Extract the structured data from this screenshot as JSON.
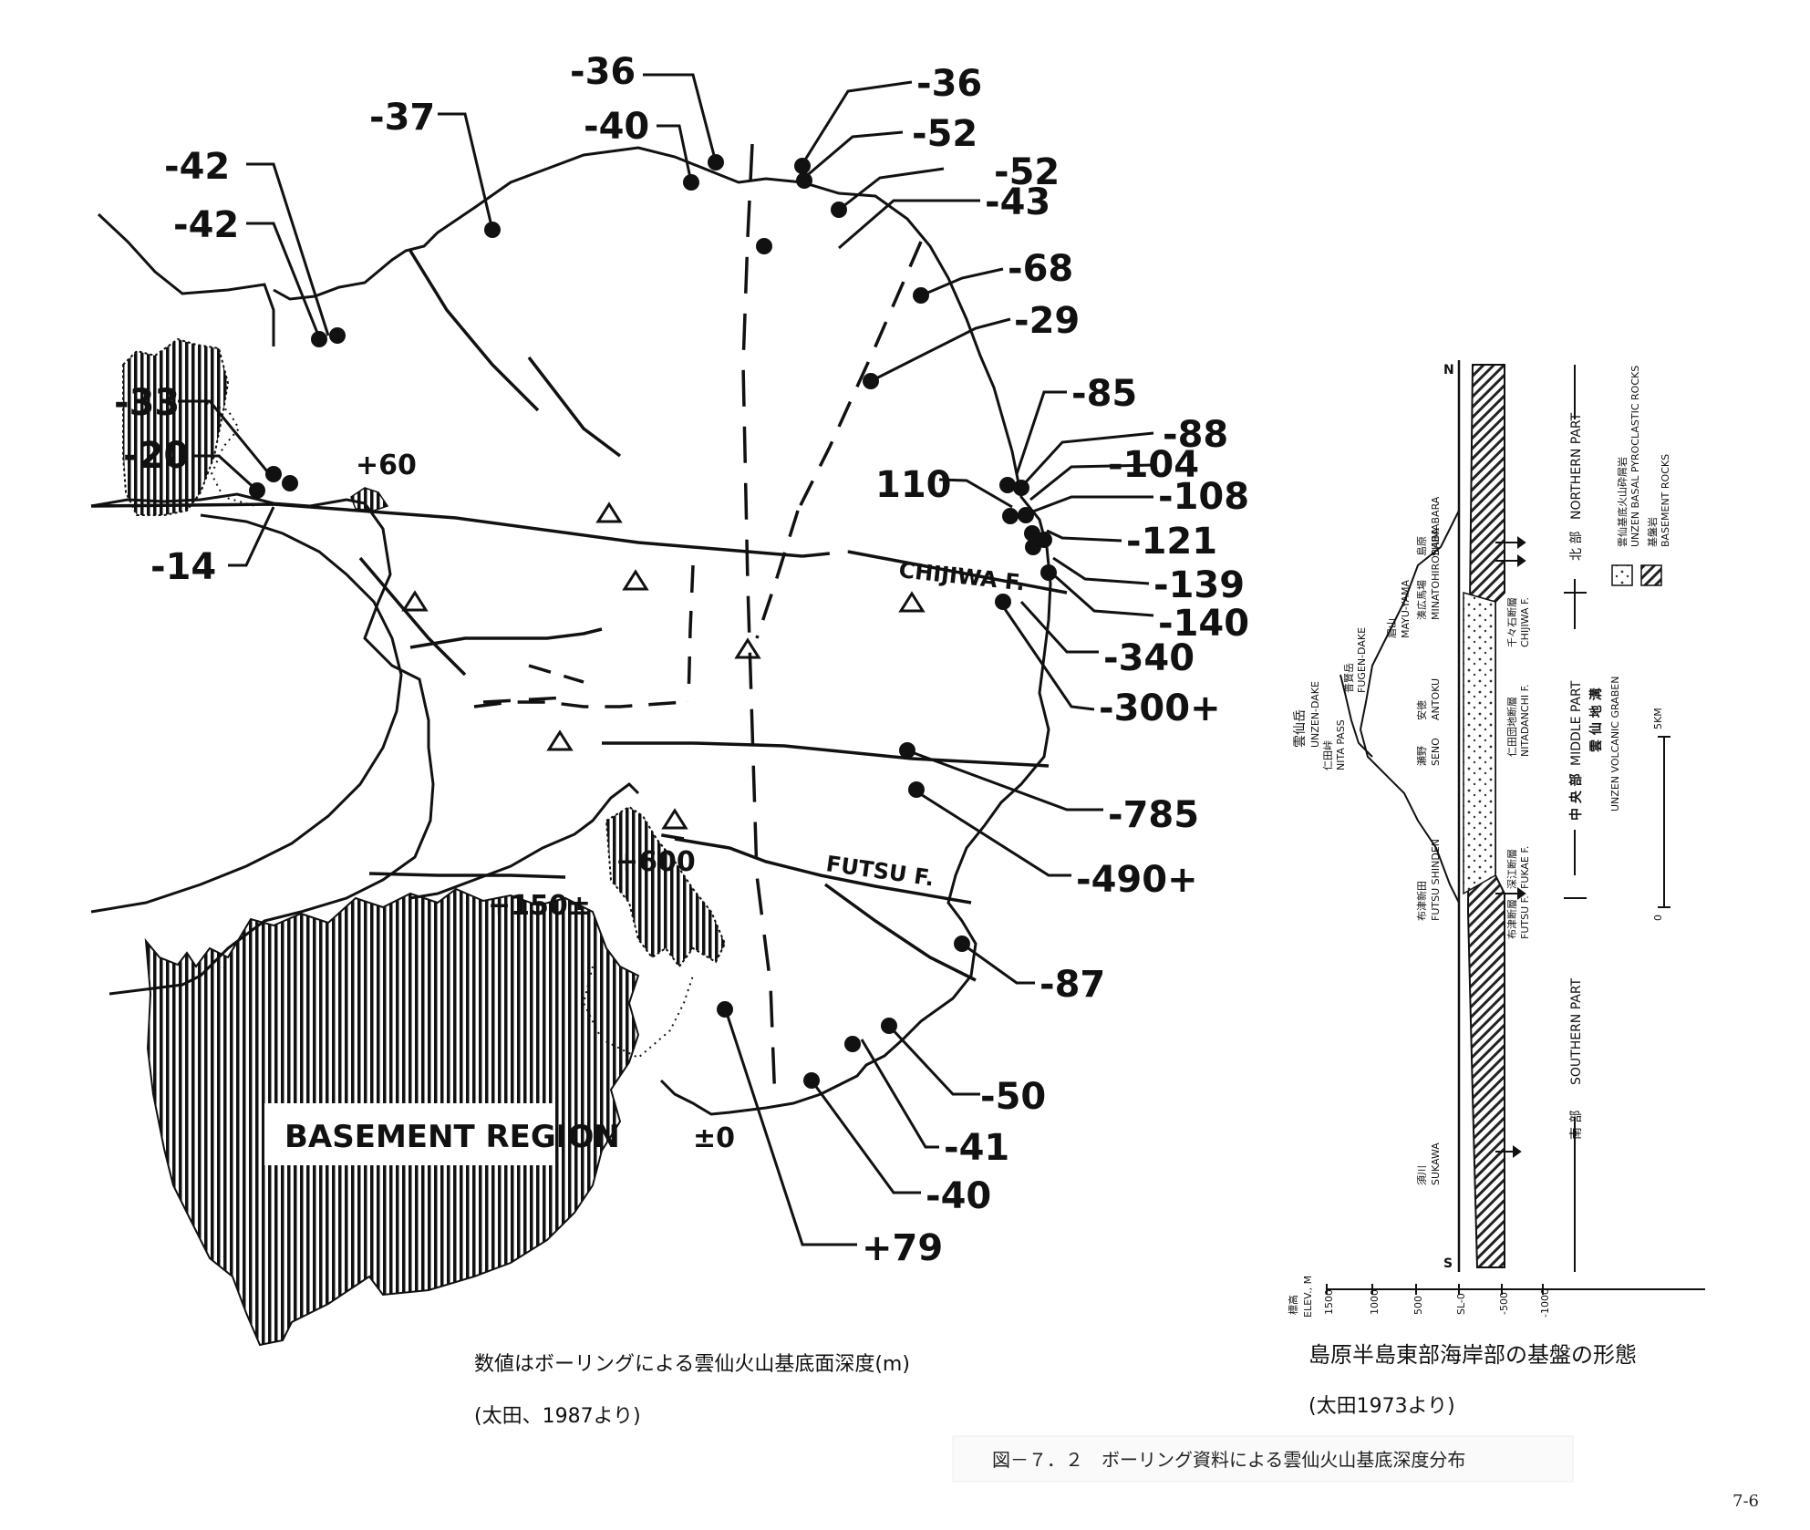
{
  "map": {
    "depth_labels": [
      "-36",
      "-40",
      "-37",
      "-42",
      "-42",
      "-33",
      "-20",
      "-14",
      "-36",
      "-52",
      "-52",
      "-43",
      "-68",
      "-29",
      "-85",
      "-88",
      "-104",
      "110",
      "-108",
      "-121",
      "-139",
      "-140",
      "-340",
      "-300+",
      "-785",
      "-490+",
      "-87",
      "-50",
      "-41",
      "-40",
      "+79"
    ],
    "elevations": [
      "+60",
      "+600",
      "+150±",
      "±0"
    ],
    "faults": [
      "CHIJIWA F.",
      "FUTSU F."
    ],
    "basement_region": "BASEMENT REGION",
    "caption": "数値はボーリングによる雲仙火山基底面深度(m)",
    "source": "(太田、1987より)"
  },
  "section": {
    "end_n": "N",
    "end_s": "S",
    "places": [
      {
        "jp": "島原",
        "en": "SHIMABARA"
      },
      {
        "jp": "湊広馬場",
        "en": "MINATOHIROBABA"
      },
      {
        "jp": "千々石断層",
        "en": "CHIJIWA F."
      },
      {
        "jp": "安徳",
        "en": "ANTOKU"
      },
      {
        "jp": "仁田団地断層",
        "en": "NITADANCHI F."
      },
      {
        "jp": "瀬野",
        "en": "SENO"
      },
      {
        "jp": "深江断層",
        "en": "FUKAE F."
      },
      {
        "jp": "布津新田",
        "en": "FUTSU SHINDEN"
      },
      {
        "jp": "布津断層",
        "en": "FUTSU F."
      },
      {
        "jp": "須川",
        "en": "SUKAWA"
      }
    ],
    "peaks": [
      {
        "jp": "普賢岳",
        "en": "FUGEN-DAKE"
      },
      {
        "jp": "眉山",
        "en": "MAYU-YAMA"
      },
      {
        "jp": "雲仙岳",
        "en": "UNZEN-DAKE"
      },
      {
        "jp": "仁田峠",
        "en": "NITA PASS"
      }
    ],
    "parts": {
      "northern_jp": "北 部",
      "northern_en": "NORTHERN PART",
      "middle_jp": "中 央 部",
      "middle_en": "MIDDLE PART",
      "graben_jp": "雲 仙 地 溝",
      "graben_en": "UNZEN VOLCANIC GRABEN",
      "southern_jp": "南 部",
      "southern_en": "SOUTHERN PART"
    },
    "legend": [
      {
        "jp": "雲仙基底火山砕屑岩",
        "en": "UNZEN BASAL PYROCLASTIC ROCKS"
      },
      {
        "jp": "基盤岩",
        "en": "BASEMENT ROCKS"
      }
    ],
    "scale_top": "5KM",
    "scale_bottom": "0",
    "axis_title_jp": "標高",
    "axis_title_en": "ELEV., M",
    "axis_ticks": [
      "1500",
      "1000",
      "500",
      "SL-0",
      "-500",
      "-1000"
    ],
    "caption": "島原半島東部海岸部の基盤の形態",
    "source": "(太田1973より)"
  },
  "figure_caption": "図－７．２　ボーリング資料による雲仙火山基底深度分布",
  "page_number": "7-6"
}
